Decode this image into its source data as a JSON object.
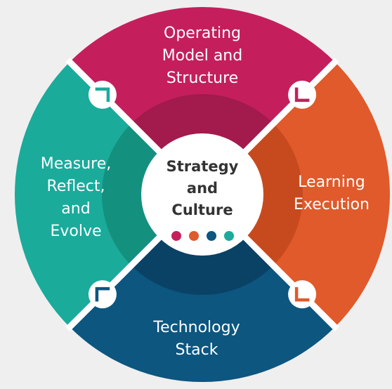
{
  "diagram": {
    "segments": [
      {
        "id": "top",
        "label_lines": [
          "Operating",
          "Model and",
          "Structure"
        ],
        "color": "#c41f5c",
        "inner_color": "#a31a4d"
      },
      {
        "id": "right",
        "label_lines": [
          "Learning",
          "Execution"
        ],
        "color": "#e05a2b",
        "inner_color": "#c74a1f"
      },
      {
        "id": "bottom",
        "label_lines": [
          "Technology",
          "Stack"
        ],
        "color": "#0c5680",
        "inner_color": "#0a4266"
      },
      {
        "id": "left",
        "label_lines": [
          "Measure,",
          "Reflect,",
          "and",
          "Evolve"
        ],
        "color": "#1aab9b",
        "inner_color": "#14907f"
      }
    ],
    "center": {
      "title_lines": [
        "Strategy",
        "and",
        "Culture"
      ],
      "dot_colors": [
        "#c41f5c",
        "#e05a2b",
        "#0c5680",
        "#1aab9b"
      ]
    },
    "corner_icons": [
      {
        "name": "corner-top-right-icon",
        "color": "#c41f5c"
      },
      {
        "name": "corner-top-left-icon",
        "color": "#1aab9b"
      },
      {
        "name": "corner-bottom-left-icon",
        "color": "#0c5680"
      },
      {
        "name": "corner-bottom-right-icon",
        "color": "#e05a2b"
      }
    ],
    "background": "#efefef"
  }
}
